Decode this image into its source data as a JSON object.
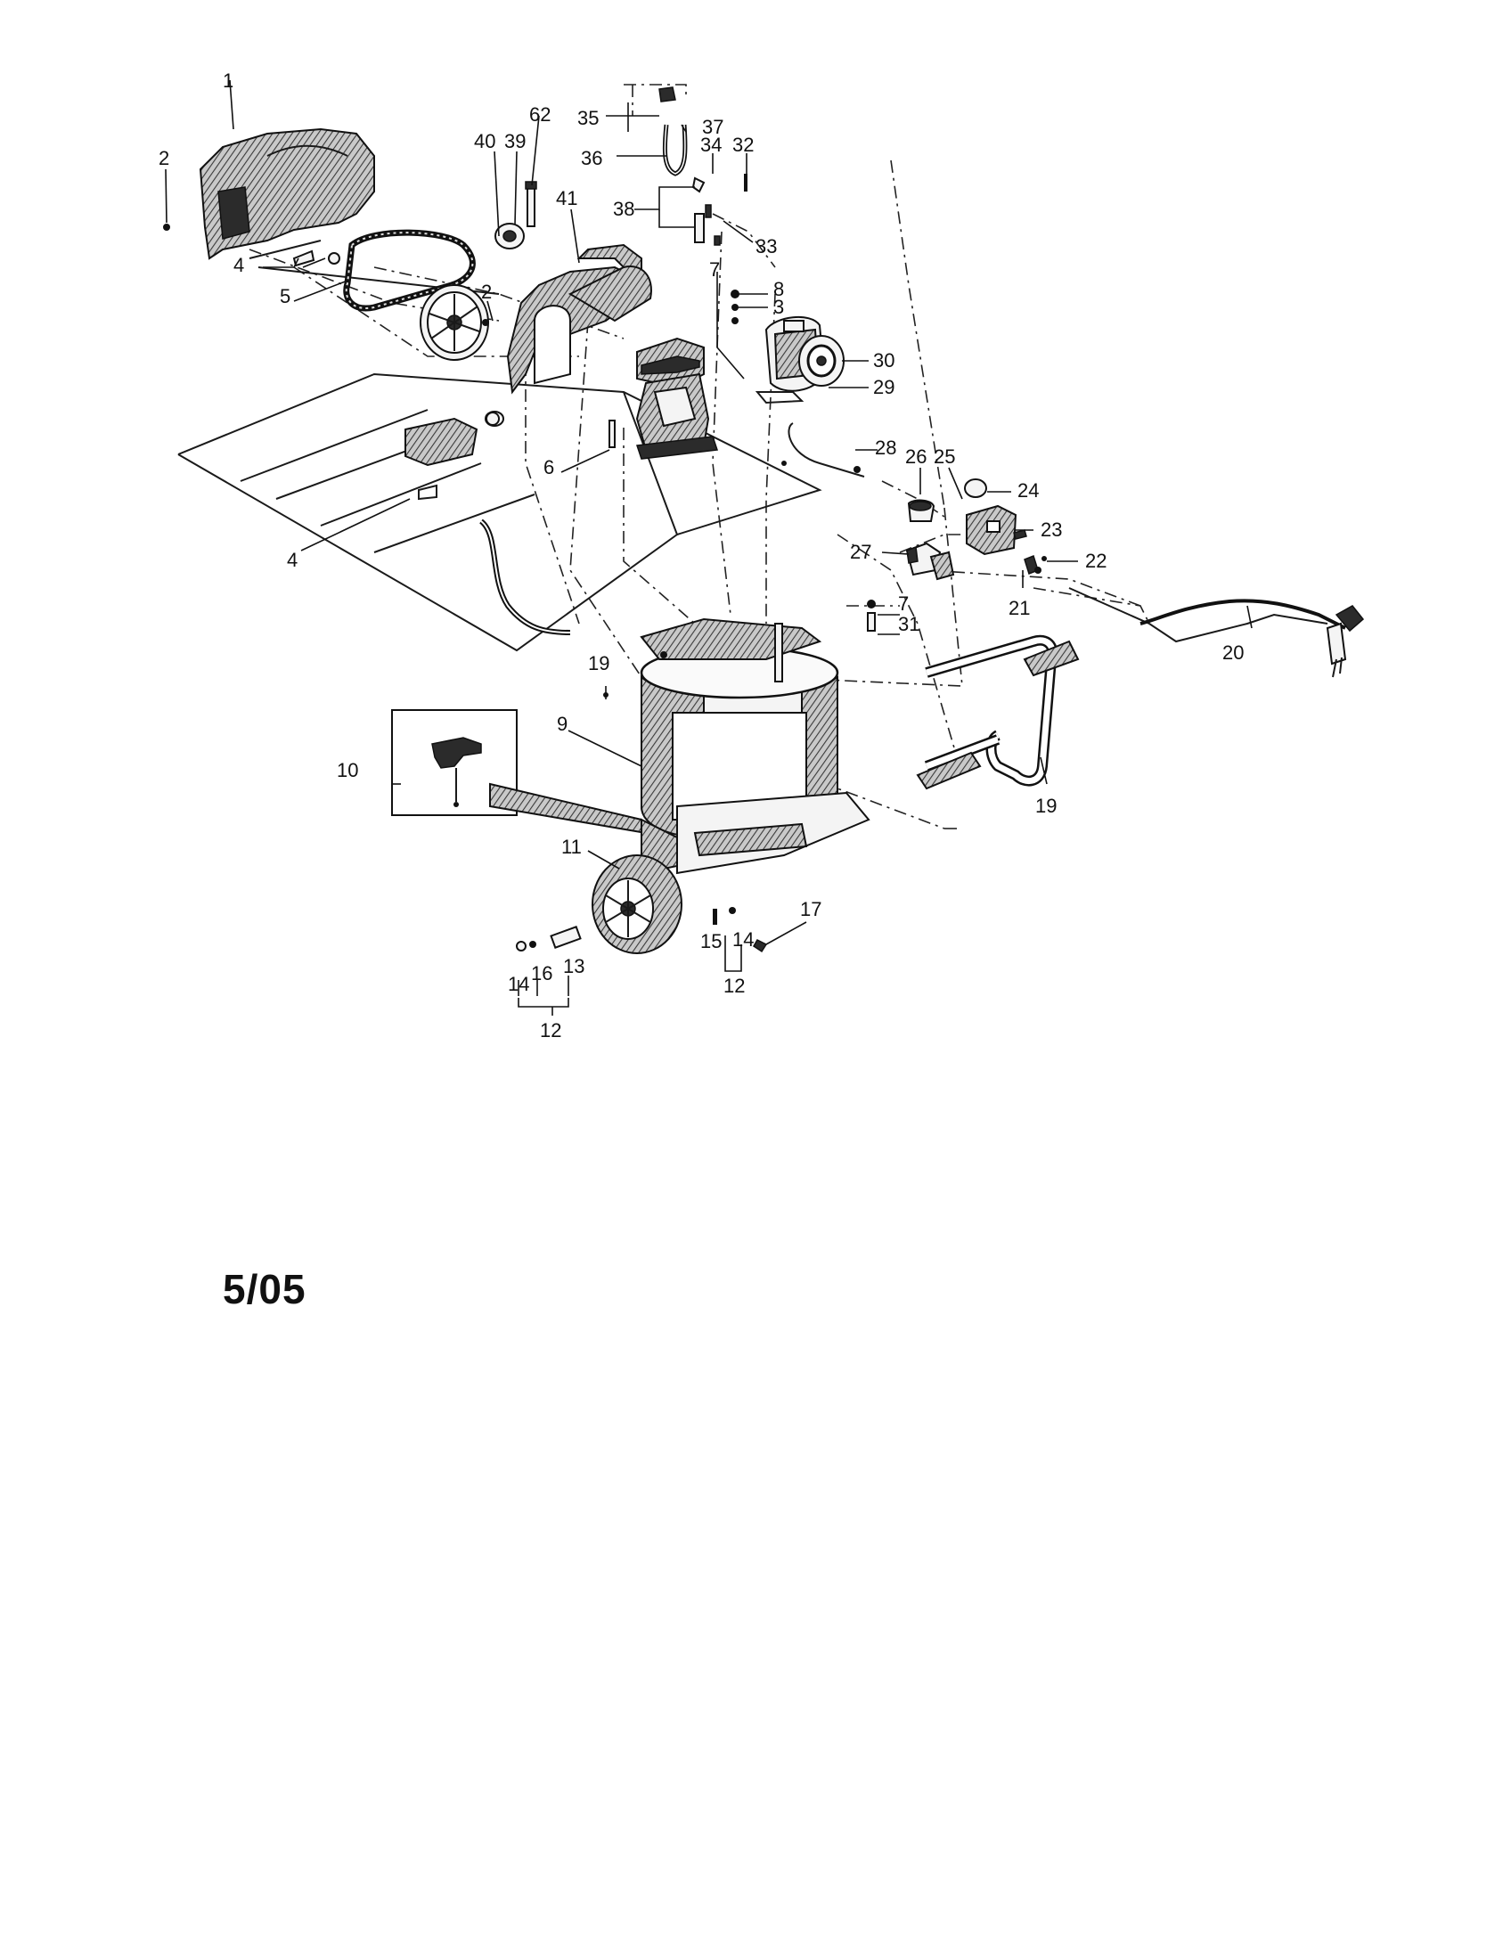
{
  "footer": {
    "date": "5/05"
  },
  "callouts": [
    "1",
    "2",
    "2",
    "3",
    "4",
    "4",
    "5",
    "6",
    "7",
    "7",
    "8",
    "9",
    "10",
    "11",
    "12",
    "12",
    "13",
    "14",
    "14",
    "15",
    "16",
    "17",
    "19",
    "19",
    "20",
    "21",
    "22",
    "23",
    "24",
    "25",
    "26",
    "27",
    "28",
    "29",
    "30",
    "31",
    "32",
    "33",
    "34",
    "35",
    "36",
    "37",
    "38",
    "39",
    "40",
    "41",
    "62"
  ]
}
